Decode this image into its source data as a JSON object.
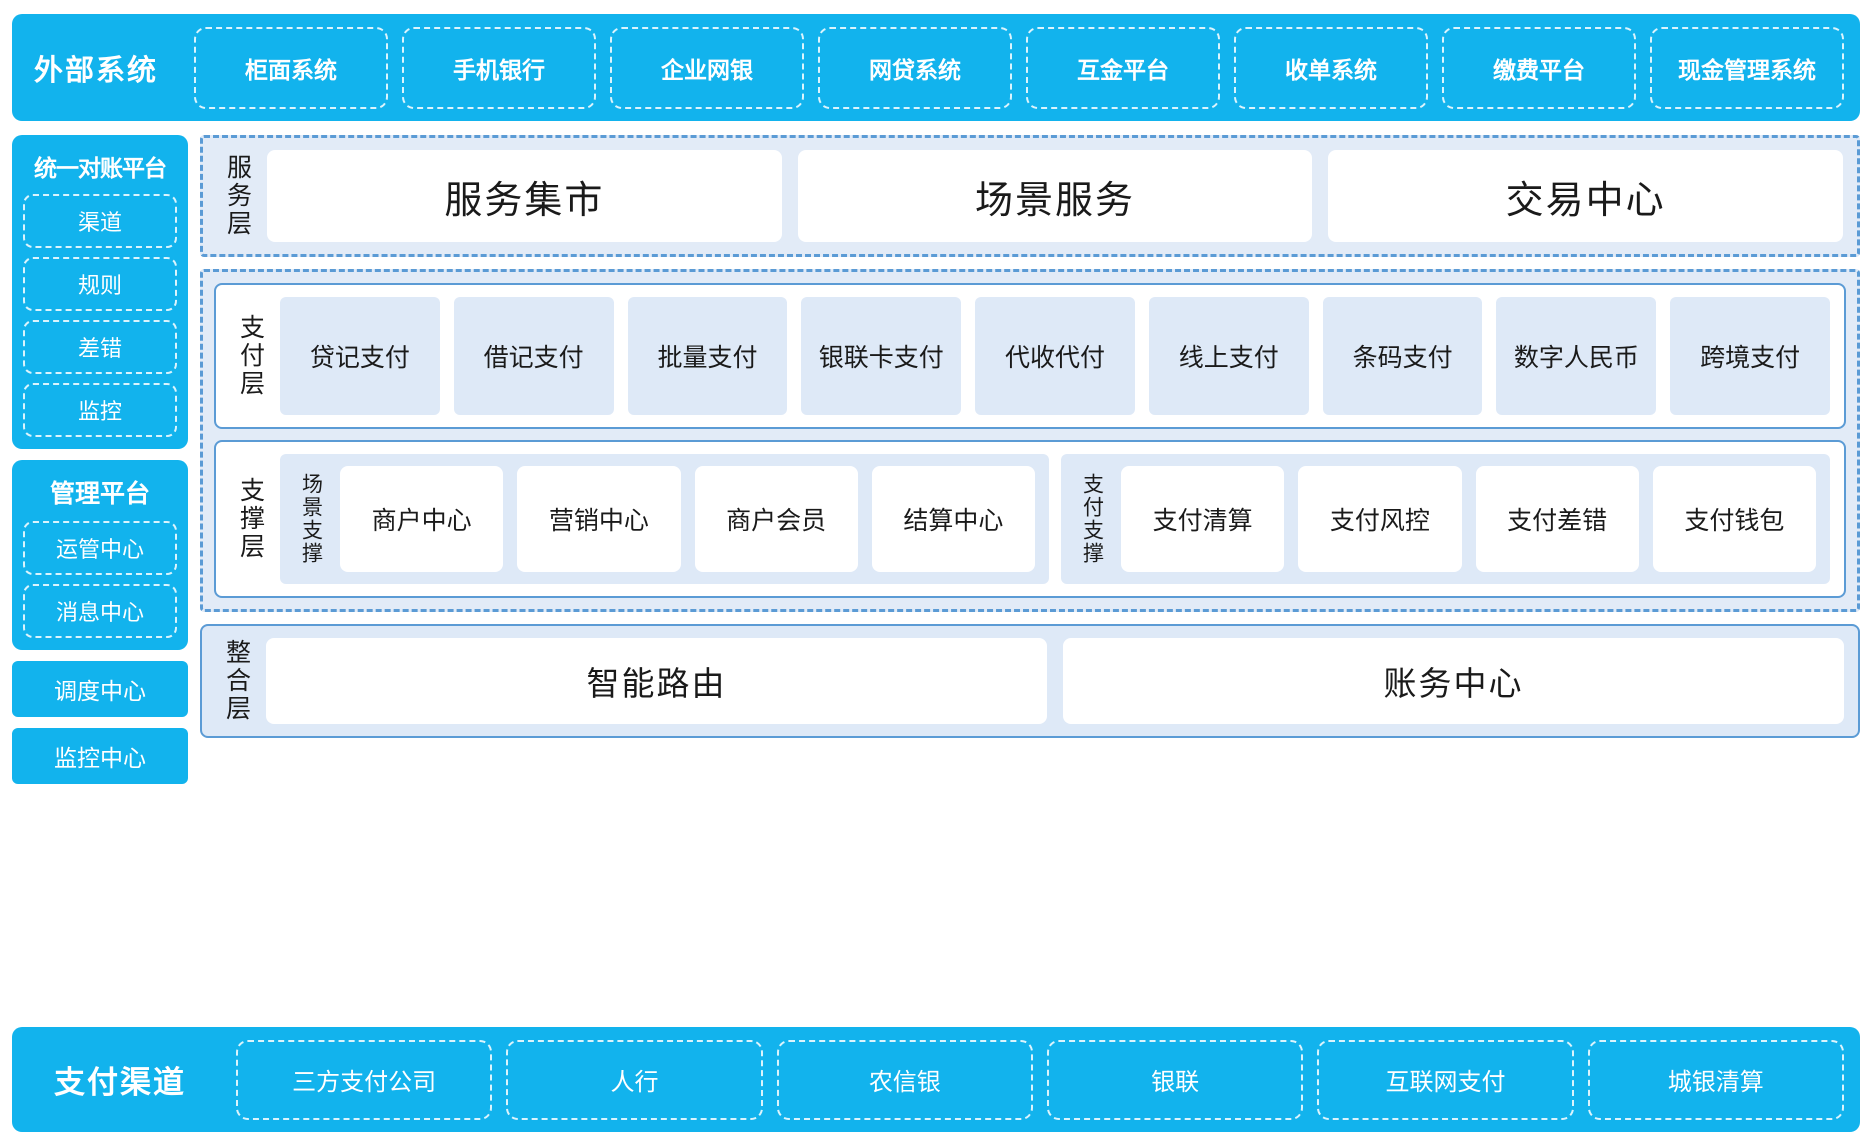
{
  "external": {
    "title": "外部系统",
    "items": [
      "柜面系统",
      "手机银行",
      "企业网银",
      "网贷系统",
      "互金平台",
      "收单系统",
      "缴费平台",
      "现金管理系统"
    ]
  },
  "sidebar": {
    "recon": {
      "title": "统一对账平台",
      "items": [
        "渠道",
        "规则",
        "差错",
        "监控"
      ]
    },
    "manage": {
      "title": "管理平台",
      "items": [
        "运管中心",
        "消息中心"
      ]
    },
    "standalone": [
      "调度中心",
      "监控中心"
    ]
  },
  "service_layer": {
    "label": "服务层",
    "cards": [
      "服务集市",
      "场景服务",
      "交易中心"
    ]
  },
  "payment_layer": {
    "label": "支付层",
    "cells": [
      "贷记支付",
      "借记支付",
      "批量支付",
      "银联卡支付",
      "代收代付",
      "线上支付",
      "条码支付",
      "数字人民币",
      "跨境支付"
    ]
  },
  "support_layer": {
    "label": "支撑层",
    "groups": [
      {
        "label": "场景支撑",
        "cards": [
          "商户中心",
          "营销中心",
          "商户会员",
          "结算中心"
        ]
      },
      {
        "label": "支付支撑",
        "cards": [
          "支付清算",
          "支付风控",
          "支付差错",
          "支付钱包"
        ]
      }
    ]
  },
  "integration_layer": {
    "label": "整合层",
    "cards": [
      "智能路由",
      "账务中心"
    ]
  },
  "channels": {
    "title": "支付渠道",
    "items": [
      "三方支付公司",
      "人行",
      "农信银",
      "银联",
      "互联网支付",
      "城银清算"
    ]
  },
  "colors": {
    "brand_cyan": "#12B3ED",
    "panel_blue": "#DEE9F7",
    "outline_blue": "#5B9BD5",
    "dashdot_bg": "#E2EBF7"
  }
}
